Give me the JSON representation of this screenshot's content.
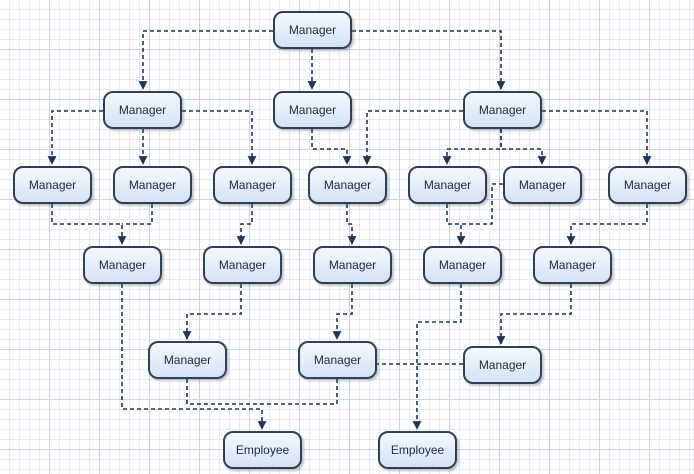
{
  "diagram": {
    "line_color": "#1e3654",
    "node_fill_top": "#f6f9fd",
    "node_fill_bottom": "#d4e2f4",
    "nodes": [
      {
        "id": "n0",
        "label": "Manager"
      },
      {
        "id": "n1",
        "label": "Manager"
      },
      {
        "id": "n2",
        "label": "Manager"
      },
      {
        "id": "n3",
        "label": "Manager"
      },
      {
        "id": "n4",
        "label": "Manager"
      },
      {
        "id": "n5",
        "label": "Manager"
      },
      {
        "id": "n6",
        "label": "Manager"
      },
      {
        "id": "n7",
        "label": "Manager"
      },
      {
        "id": "n8",
        "label": "Manager"
      },
      {
        "id": "n9",
        "label": "Manager"
      },
      {
        "id": "n10",
        "label": "Manager"
      },
      {
        "id": "n11",
        "label": "Manager"
      },
      {
        "id": "n12",
        "label": "Manager"
      },
      {
        "id": "n13",
        "label": "Manager"
      },
      {
        "id": "n14",
        "label": "Manager"
      },
      {
        "id": "n15",
        "label": "Manager"
      },
      {
        "id": "n16",
        "label": "Manager"
      },
      {
        "id": "n17",
        "label": "Manager"
      },
      {
        "id": "n18",
        "label": "Manager"
      },
      {
        "id": "n19",
        "label": "Employee"
      },
      {
        "id": "n20",
        "label": "Employee"
      }
    ],
    "edges": [
      {
        "from": "n0",
        "to": "n1"
      },
      {
        "from": "n0",
        "to": "n2"
      },
      {
        "from": "n0",
        "to": "n3"
      },
      {
        "from": "n1",
        "to": "n4"
      },
      {
        "from": "n1",
        "to": "n5"
      },
      {
        "from": "n1",
        "to": "n6"
      },
      {
        "from": "n2",
        "to": "n7"
      },
      {
        "from": "n3",
        "to": "n7"
      },
      {
        "from": "n3",
        "to": "n8"
      },
      {
        "from": "n3",
        "to": "n9"
      },
      {
        "from": "n3",
        "to": "n10"
      },
      {
        "from": "n4",
        "to": "n11"
      },
      {
        "from": "n5",
        "to": "n11"
      },
      {
        "from": "n6",
        "to": "n12"
      },
      {
        "from": "n7",
        "to": "n13"
      },
      {
        "from": "n8",
        "to": "n14"
      },
      {
        "from": "n9",
        "to": "n14"
      },
      {
        "from": "n10",
        "to": "n15"
      },
      {
        "from": "n12",
        "to": "n16"
      },
      {
        "from": "n13",
        "to": "n17"
      },
      {
        "from": "n15",
        "to": "n18"
      },
      {
        "from": "n11",
        "to": "n19"
      },
      {
        "from": "n16",
        "to": "n19"
      },
      {
        "from": "n17",
        "to": "n19"
      },
      {
        "from": "n14",
        "to": "n20"
      },
      {
        "from": "n18",
        "to": "n20"
      }
    ]
  }
}
